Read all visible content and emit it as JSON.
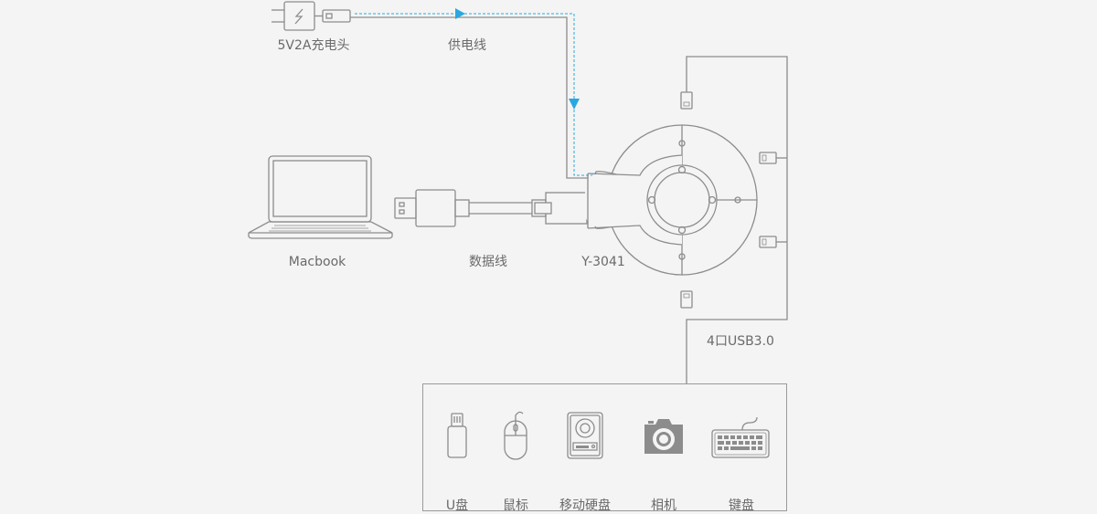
{
  "labels": {
    "charger": "5V2A充电头",
    "power_cable": "供电线",
    "laptop": "Macbook",
    "data_cable": "数据线",
    "hub_model": "Y-3041",
    "usb_ports": "4口USB3.0"
  },
  "devices": [
    {
      "label": "U盘",
      "icon": "usb-drive-icon"
    },
    {
      "label": "鼠标",
      "icon": "mouse-icon"
    },
    {
      "label": "移动硬盘",
      "icon": "hard-drive-icon"
    },
    {
      "label": "相机",
      "icon": "camera-icon"
    },
    {
      "label": "键盘",
      "icon": "keyboard-icon"
    }
  ],
  "colors": {
    "line": "#8c8c8c",
    "power_flow": "#2aa7e0",
    "background": "#f4f4f4"
  }
}
